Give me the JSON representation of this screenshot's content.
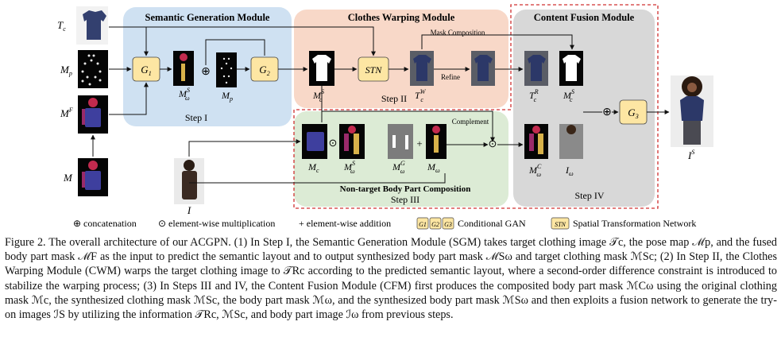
{
  "modules": {
    "sgm": {
      "title": "Semantic Generation Module",
      "step": "Step I"
    },
    "cwm": {
      "title": "Clothes Warping Module",
      "step": "Step II"
    },
    "cfm": {
      "title": "Content Fusion Module",
      "step": "Step IV"
    },
    "nbpc": {
      "title": "Non-target Body Part Composition",
      "step": "Step III"
    }
  },
  "blocks": {
    "g1": "G",
    "g1_sub": "1",
    "g2": "G",
    "g2_sub": "2",
    "g3": "G",
    "g3_sub": "3",
    "stn": "STN"
  },
  "labels": {
    "tc": "T",
    "tc_sub": "c",
    "mp": "M",
    "mp_sub": "p",
    "mf": "M",
    "mf_sup": "F",
    "m": "M",
    "i": "I",
    "is": "I",
    "is_sup": "S",
    "ms_w": "M",
    "ms_w_sup": "S",
    "ms_w_sub": "ω",
    "mp2": "M",
    "mp2_sub": "p",
    "ms_c": "M",
    "ms_c_sup": "S",
    "ms_c_sub": "c",
    "tw": "T",
    "tw_sup": "W",
    "tw_sub": "c",
    "tr": "T",
    "tr_sup": "R",
    "tr_sub": "c",
    "ms_c2": "M",
    "ms_c2_sup": "S",
    "ms_c2_sub": "c",
    "mc": "M",
    "mc_sub": "c",
    "ms_w2": "M",
    "ms_w2_sup": "S",
    "ms_w2_sub": "ω",
    "mg_w": "M",
    "mg_w_sup": "G",
    "mg_w_sub": "ω",
    "m_w": "M",
    "m_w_sub": "ω",
    "mc_w": "M",
    "mc_w_sup": "C",
    "mc_w_sub": "ω",
    "i_w": "I",
    "i_w_sub": "ω"
  },
  "annotations": {
    "mask_composition": "Mask Composition",
    "refine": "Refine",
    "complement": "Complement"
  },
  "operators": {
    "concat": "⊕",
    "mult": "⊙",
    "add": "+"
  },
  "legend": {
    "concat": "⊕ concatenation",
    "mult": "⊙ element-wise multiplication",
    "add": "+ element-wise addition",
    "g1": "G1",
    "g2": "G2",
    "g3": "G3",
    "cgan": "Conditional GAN",
    "stn": "STN",
    "stn_text": "Spatial Transformation Network"
  },
  "caption": "Figure 2. The overall architecture of our ACGPN. (1) In Step I, the Semantic Generation Module (SGM) takes target clothing image 𝒯c, the pose map ℳp, and the fused body part mask ℳF as the input to predict the semantic layout and to output synthesized body part mask ℳSω and target clothing mask ℳSc; (2) In Step II, the Clothes Warping Module (CWM) warps the target clothing image to 𝒯Rc according to the predicted semantic layout, where a second-order difference constraint is introduced to stabilize the warping process; (3) In Steps III and IV, the Content Fusion Module (CFM) first produces the composited body part mask ℳCω using the original clothing mask ℳc, the synthesized clothing mask ℳSc, the body part mask ℳω, and the synthesized body part mask ℳSω and then exploits a fusion network to generate the try-on images ℐS by utilizing the information 𝒯Rc, ℳSc, and body part image ℐω from previous steps.",
  "colors": {
    "sgm_bg": "#cfe1f2",
    "cwm_bg": "#f8d8c8",
    "cfm_bg": "#d8d8d8",
    "nbpc_bg": "#dcebd5",
    "gan_block": "#fde6a3",
    "dashed": "#d03030"
  }
}
